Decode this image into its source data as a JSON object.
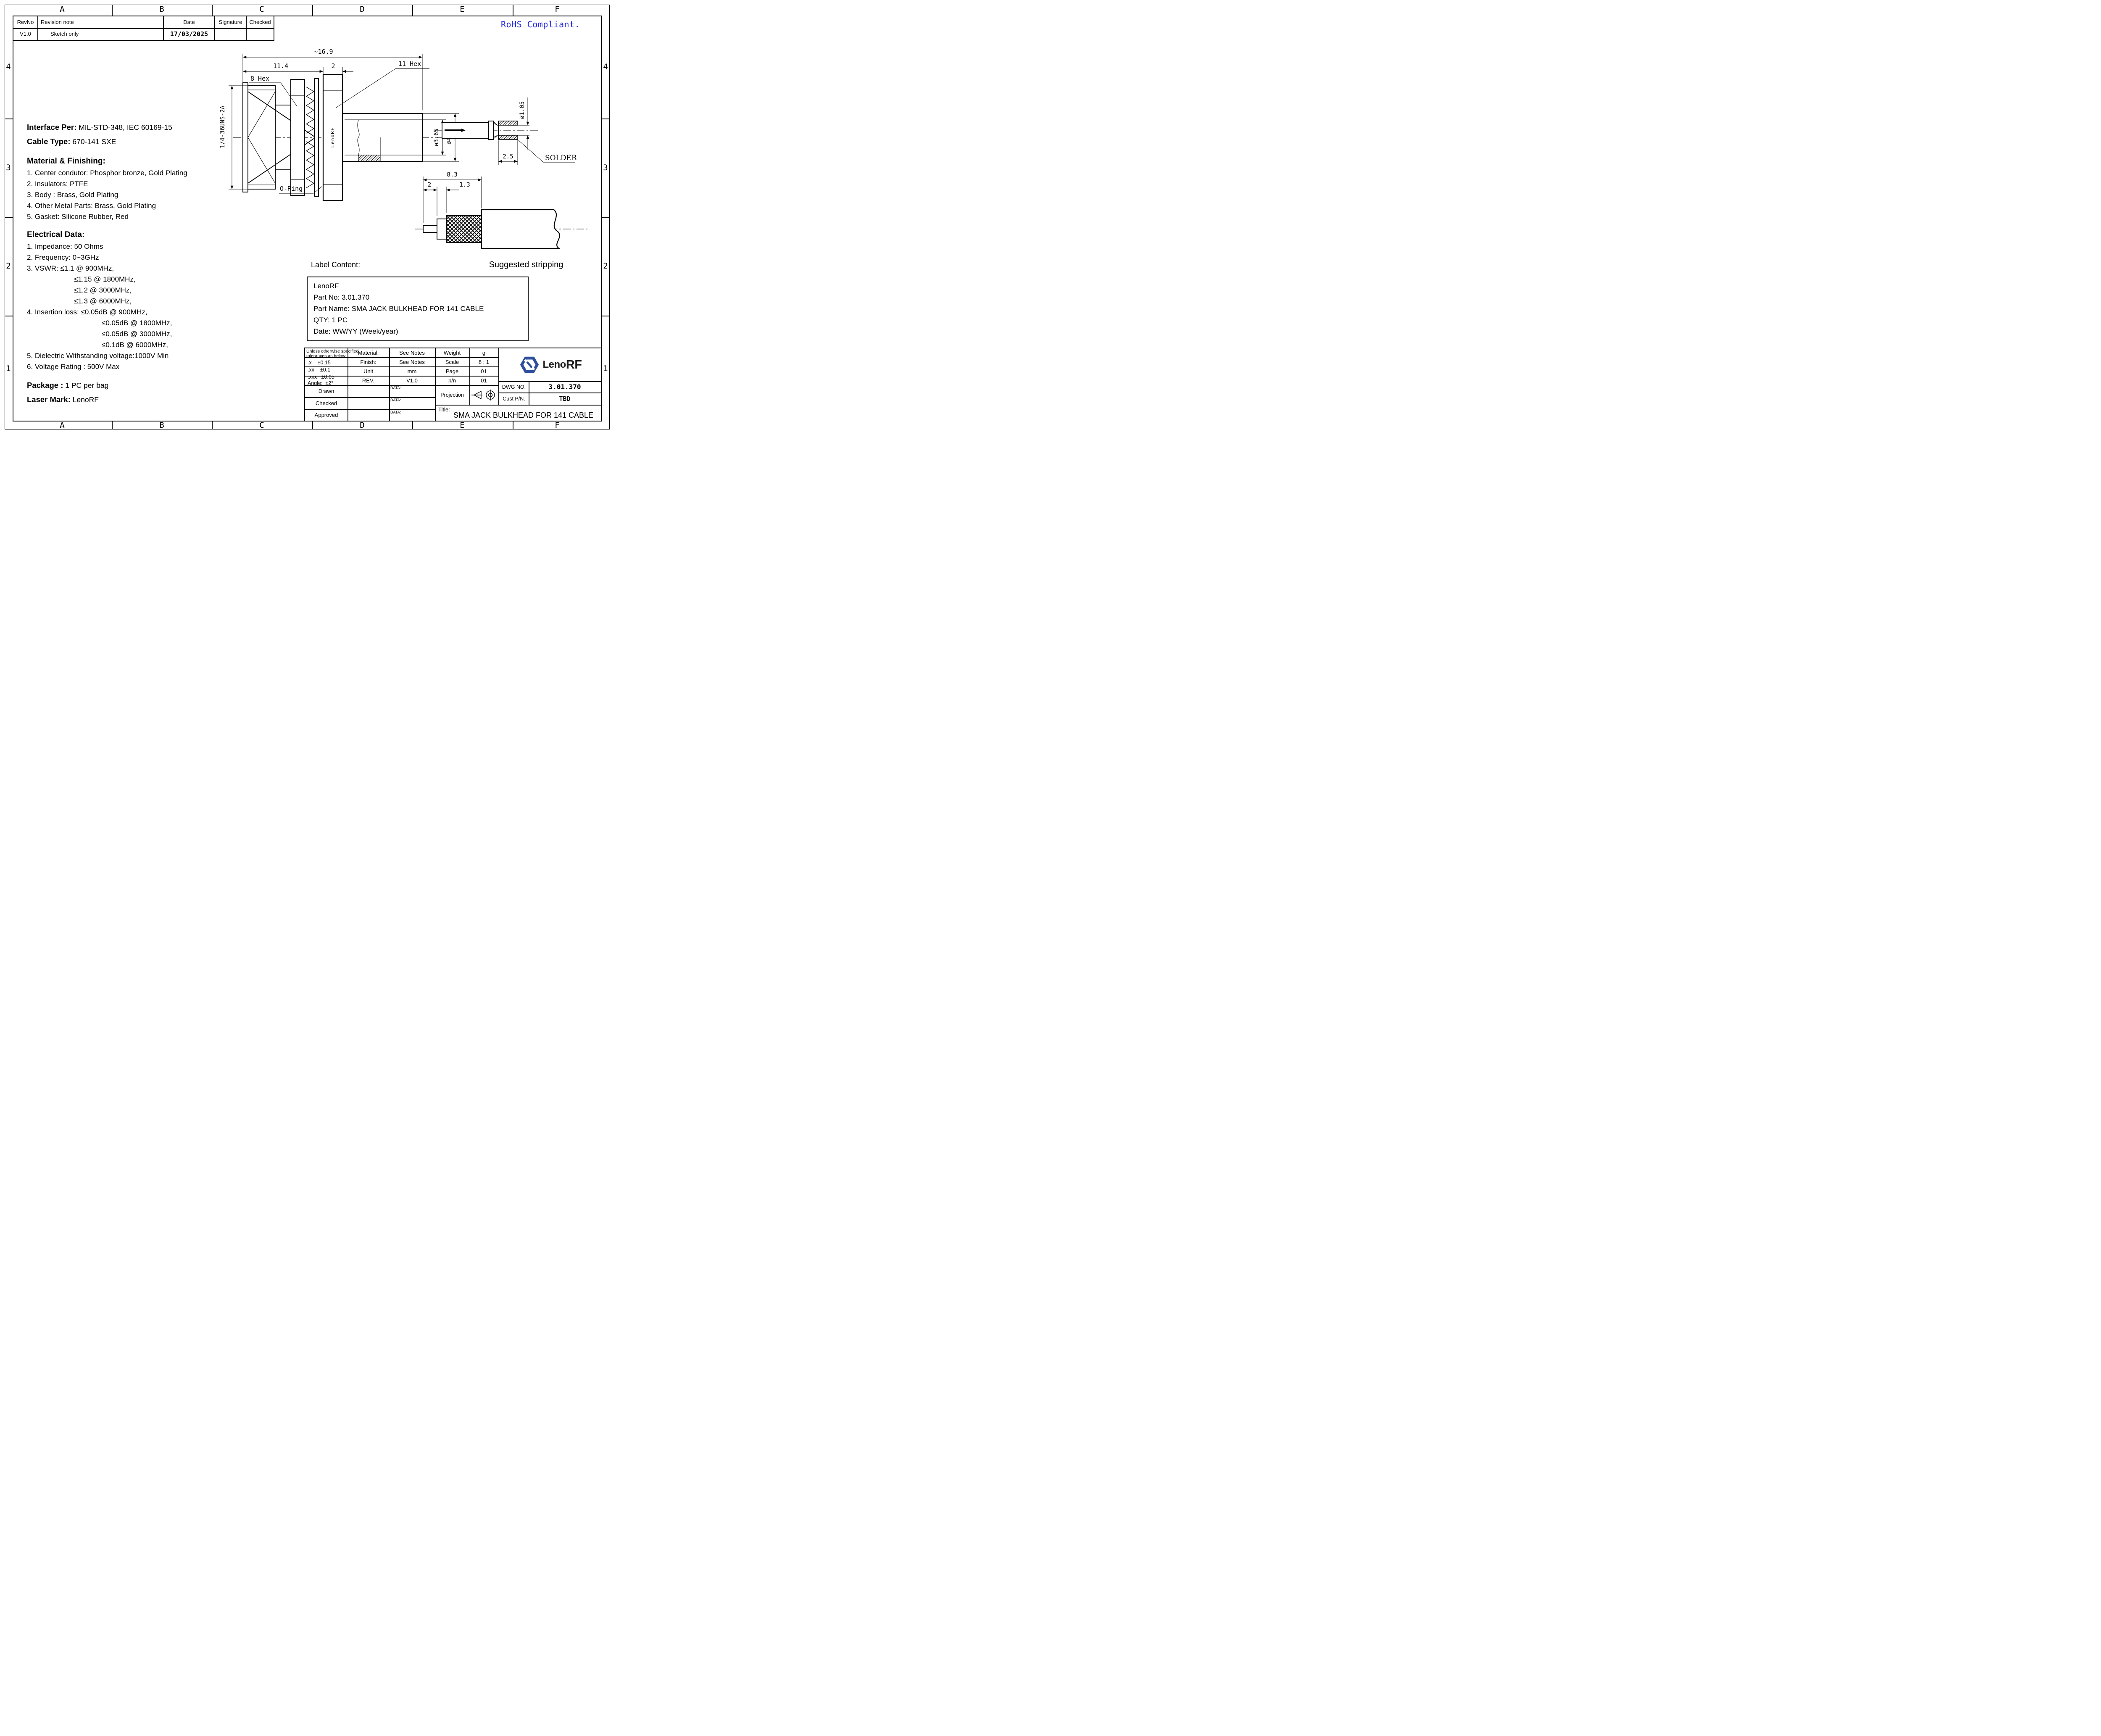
{
  "rohs": "RoHS Compliant.",
  "zones": {
    "cols": [
      "A",
      "B",
      "C",
      "D",
      "E",
      "F"
    ],
    "rows": [
      "4",
      "3",
      "2",
      "1"
    ]
  },
  "revision_table": {
    "headers": [
      "RevNo",
      "Revision note",
      "Date",
      "Signature",
      "Checked"
    ],
    "row": {
      "rev": "V1.0",
      "note": "Sketch only",
      "date": "17/03/2025",
      "signature": "",
      "checked": ""
    }
  },
  "specs": {
    "interface_label": "Interface Per:",
    "interface_value": "MIL-STD-348, IEC 60169-15",
    "cable_label": "Cable Type:",
    "cable_value": "670-141 SXE",
    "material_title": "Material & Finishing:",
    "material_items": [
      "1. Center condutor: Phosphor bronze, Gold Plating",
      "2. Insulators: PTFE",
      "3. Body : Brass, Gold Plating",
      "4. Other Metal Parts: Brass, Gold Plating",
      "5. Gasket: Silicone Rubber, Red"
    ],
    "electrical_title": "Electrical Data:",
    "electrical_items": [
      "1. Impedance: 50 Ohms",
      "2. Frequency: 0~3GHz",
      "3. VSWR: ≤1.1 @ 900MHz,",
      "≤1.15 @ 1800MHz,",
      "≤1.2 @ 3000MHz,",
      "≤1.3 @ 6000MHz,",
      "4. Insertion loss: ≤0.05dB @ 900MHz,",
      "≤0.05dB @ 1800MHz,",
      "≤0.05dB @ 3000MHz,",
      "≤0.1dB @ 6000MHz,",
      "5. Dielectric Withstanding voltage:1000V Min",
      "6. Voltage Rating : 500V Max"
    ],
    "package_label": "Package :",
    "package_value": "1 PC per bag",
    "laser_label": "Laser Mark:",
    "laser_value": "LenoRF"
  },
  "label_content": {
    "title": "Label Content:",
    "lines": [
      "LenoRF",
      "Part No: 3.01.370",
      "Part Name: SMA JACK BULKHEAD FOR 141 CABLE",
      "QTY: 1 PC",
      "Date: WW/YY  (Week/year)"
    ]
  },
  "main_view": {
    "dim_total": "~16.9",
    "dim_body": "11.4",
    "dim_flange": "2",
    "hex_small": "8 Hex",
    "hex_large": "11 Hex",
    "thread": "1/4-36UNS-2A",
    "oring": "O-Ring",
    "body_mark": "LenoRF",
    "dia_bore": "ø3.65",
    "dia_outer": "ø4.8"
  },
  "pin_view": {
    "dia": "ø1.05",
    "length": "2.5",
    "solder": "SOLDER"
  },
  "strip_view": {
    "total": "8.3",
    "conductor": "2",
    "dielectric": "1.3",
    "caption": "Suggested stripping"
  },
  "title_block": {
    "tol_note1": "Unless otherwise specified,",
    "tol_note2": "tolerances as below:",
    "tol_rows": [
      {
        "label": ".x",
        "value": "±0.15"
      },
      {
        "label": ".xx",
        "value": "±0.1"
      },
      {
        "label": ".xxx",
        "value": "±0.05"
      },
      {
        "label": "Angle:",
        "value": "±2°"
      }
    ],
    "material_label": "Material:",
    "material_value": "See Notes",
    "weight_label": "Weight",
    "weight_value": "g",
    "finish_label": "Finish:",
    "finish_value": "See Notes",
    "scale_label": "Scale",
    "scale_value": "8 : 1",
    "unit_label": "Unit",
    "unit_value": "mm",
    "page_label": "Page",
    "page_value": "01",
    "rev_label": "REV.",
    "rev_value": "V1.0",
    "pn_label": "p/n",
    "pn_value": "01",
    "drawn_label": "Drawn",
    "checked_label": "Checked",
    "approved_label": "Approved",
    "data_label": "DATA:",
    "projection_label": "Projection",
    "dwg_label": "DWG NO.",
    "dwg_value": "3.01.370",
    "cust_label": "Cust P/N.",
    "cust_value": "TBD",
    "title_label": "Title:",
    "title_value": "SMA JACK BULKHEAD FOR 141 CABLE",
    "logo_text1": "Leno",
    "logo_text2": "RF",
    "logo_color": "#2e4f9e"
  }
}
